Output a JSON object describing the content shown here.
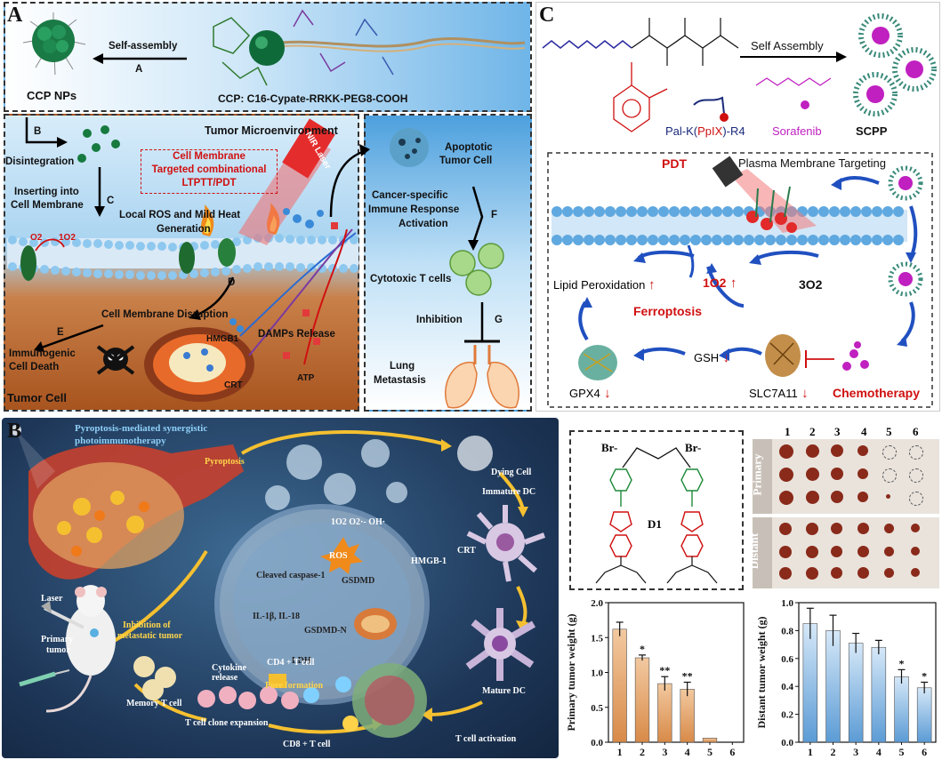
{
  "panel_a": {
    "letter": "A",
    "self_assembly": "Self-assembly",
    "step_a": "A",
    "ccp_nps": "CCP NPs",
    "ccp_formula": "CCP: C16-Cypate-RRKK-PEG8-COOH",
    "step_b": "B",
    "disintegration": "Disintegration",
    "tumor_micro": "Tumor Microenvironment",
    "targeted_line1": "Cell Membrane",
    "targeted_line2": "Targeted combinational",
    "targeted_line3": "LTPTT/PDT",
    "nir_laser": "NIR Laser",
    "inserting_1": "Inserting into",
    "inserting_2": "Cell Membrane",
    "step_c": "C",
    "ros_1": "Local ROS and Mild Heat",
    "ros_2": "Generation",
    "o2": "O2",
    "singlet_o2": "1O2",
    "step_d": "D",
    "disruption": "Cell Membrane Disruption",
    "step_e": "E",
    "icd_1": "Immunogenic",
    "icd_2": "Cell Death",
    "hmgb1": "HMGB1",
    "damps": "DAMPs Release",
    "crt": "CRT",
    "atp": "ATP",
    "tumor_cell": "Tumor Cell",
    "apoptotic_1": "Apoptotic",
    "apoptotic_2": "Tumor Cell",
    "immune_1": "Cancer-specific",
    "immune_2": "Immune Response",
    "immune_3": "Activation",
    "step_f": "F",
    "cytotoxic": "Cytotoxic T cells",
    "inhibition": "Inhibition",
    "step_g": "G",
    "lung_1": "Lung",
    "lung_2": "Metastasis"
  },
  "panel_c": {
    "letter": "C",
    "self_assembly": "Self Assembly",
    "pal_prefix": "Pal-K(",
    "pal_ppix": "PpIX",
    "pal_suffix": ")-R4",
    "sorafenib": "Sorafenib",
    "scpp": "SCPP",
    "pdt": "PDT",
    "pm_targeting": "Plasma Membrane Targeting",
    "lipid_perox": "Lipid Peroxidation",
    "singlet_o2": "1O2",
    "triplet_o2": "3O2",
    "ferroptosis": "Ferroptosis",
    "gsh": "GSH",
    "gpx4": "GPX4",
    "slc7a11": "SLC7A11",
    "chemotherapy": "Chemotherapy",
    "up_arrow": "↑",
    "down_arrow": "↓"
  },
  "panel_b": {
    "letter": "B",
    "title_1": "Pyroptosis-mediated synergistic",
    "title_2": "photoimmunotherapy",
    "pyroptosis": "Pyroptosis",
    "dying_cell": "Dying Cell",
    "immature_dc": "Immature DC",
    "crt": "CRT",
    "hmgb1": "HMGB-1",
    "ros_species": "1O2 O2·- OH·",
    "ros": "ROS",
    "cleaved_casp": "Cleaved caspase-1",
    "gsdmd": "GSDMD",
    "il": "IL-1β, IL-18",
    "gsdmd_n": "GSDMD-N",
    "ldh": "LDH",
    "cytokine": "Cytokine release",
    "pore": "Pore formation",
    "mature_dc": "Mature DC",
    "laser": "Laser",
    "primary_tumor_1": "Primary",
    "primary_tumor_2": "tumor",
    "inhibition_1": "Inhibition of",
    "inhibition_2": "metastatic tumor",
    "memory_t": "Memory T cell",
    "cd4": "CD4 + T cell",
    "cd8": "CD8 + T cell",
    "clone": "T cell clone expansion",
    "t_activation": "T cell activation",
    "br1": "Br-",
    "br2": "Br-",
    "d1": "D1",
    "photo_cols": [
      "1",
      "2",
      "3",
      "4",
      "5",
      "6"
    ],
    "primary_label": "Primary",
    "distant_label": "Distant"
  },
  "chart_data": [
    {
      "type": "bar",
      "categories": [
        "1",
        "2",
        "3",
        "4",
        "5",
        "6"
      ],
      "values": [
        1.62,
        1.21,
        0.84,
        0.76,
        0.06,
        0.0
      ],
      "errors": [
        0.1,
        0.04,
        0.1,
        0.1,
        0.0,
        0.0
      ],
      "significance": [
        "",
        "*",
        "**",
        "**",
        "",
        ""
      ],
      "ylabel": "Primary tumor weight (g)",
      "ylim": [
        0.0,
        2.0
      ],
      "yticks": [
        "0.0",
        "0.5",
        "1.0",
        "1.5",
        "2.0"
      ],
      "color": "#d88a48"
    },
    {
      "type": "bar",
      "categories": [
        "1",
        "2",
        "3",
        "4",
        "5",
        "6"
      ],
      "values": [
        0.85,
        0.8,
        0.71,
        0.68,
        0.47,
        0.39
      ],
      "errors": [
        0.11,
        0.11,
        0.07,
        0.05,
        0.05,
        0.04
      ],
      "significance": [
        "",
        "",
        "",
        "",
        "*",
        "*"
      ],
      "ylabel": "Distant tumor weight (g)",
      "ylim": [
        0.0,
        1.0
      ],
      "yticks": [
        "0.0",
        "0.2",
        "0.4",
        "0.6",
        "0.8",
        "1.0"
      ],
      "color": "#5b9bd5"
    }
  ],
  "colors": {
    "panel_a_blue": "#6fb5e8",
    "tumor_brown": "#b8612c",
    "panel_b_navy": "#1d3556",
    "accent_red": "#d01010",
    "membrane_blue": "#5fa8e0"
  }
}
